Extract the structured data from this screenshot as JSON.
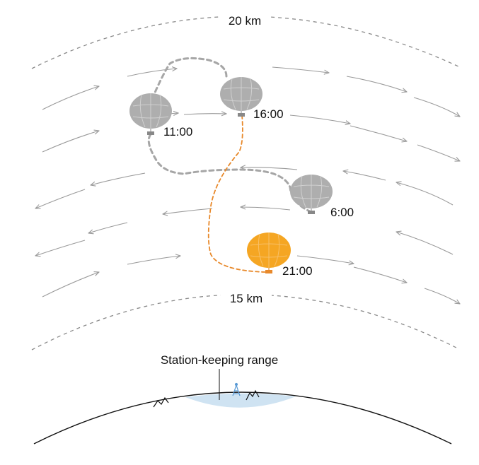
{
  "altitudes": {
    "upper_label": "20 km",
    "lower_label": "15 km"
  },
  "balloons": [
    {
      "time": "6:00",
      "color": "gray"
    },
    {
      "time": "11:00",
      "color": "gray"
    },
    {
      "time": "16:00",
      "color": "gray"
    },
    {
      "time": "21:00",
      "color": "orange"
    }
  ],
  "ground": {
    "range_label": "Station-keeping range"
  },
  "colors": {
    "balloon_gray": "#aeaeae",
    "balloon_orange": "#f5a623",
    "path_gray": "#a6a6a6",
    "path_orange": "#e8892b",
    "wind_arrow": "#9a9a9a",
    "range_fill": "#cfe3f2",
    "tower": "#5b9bd5"
  }
}
